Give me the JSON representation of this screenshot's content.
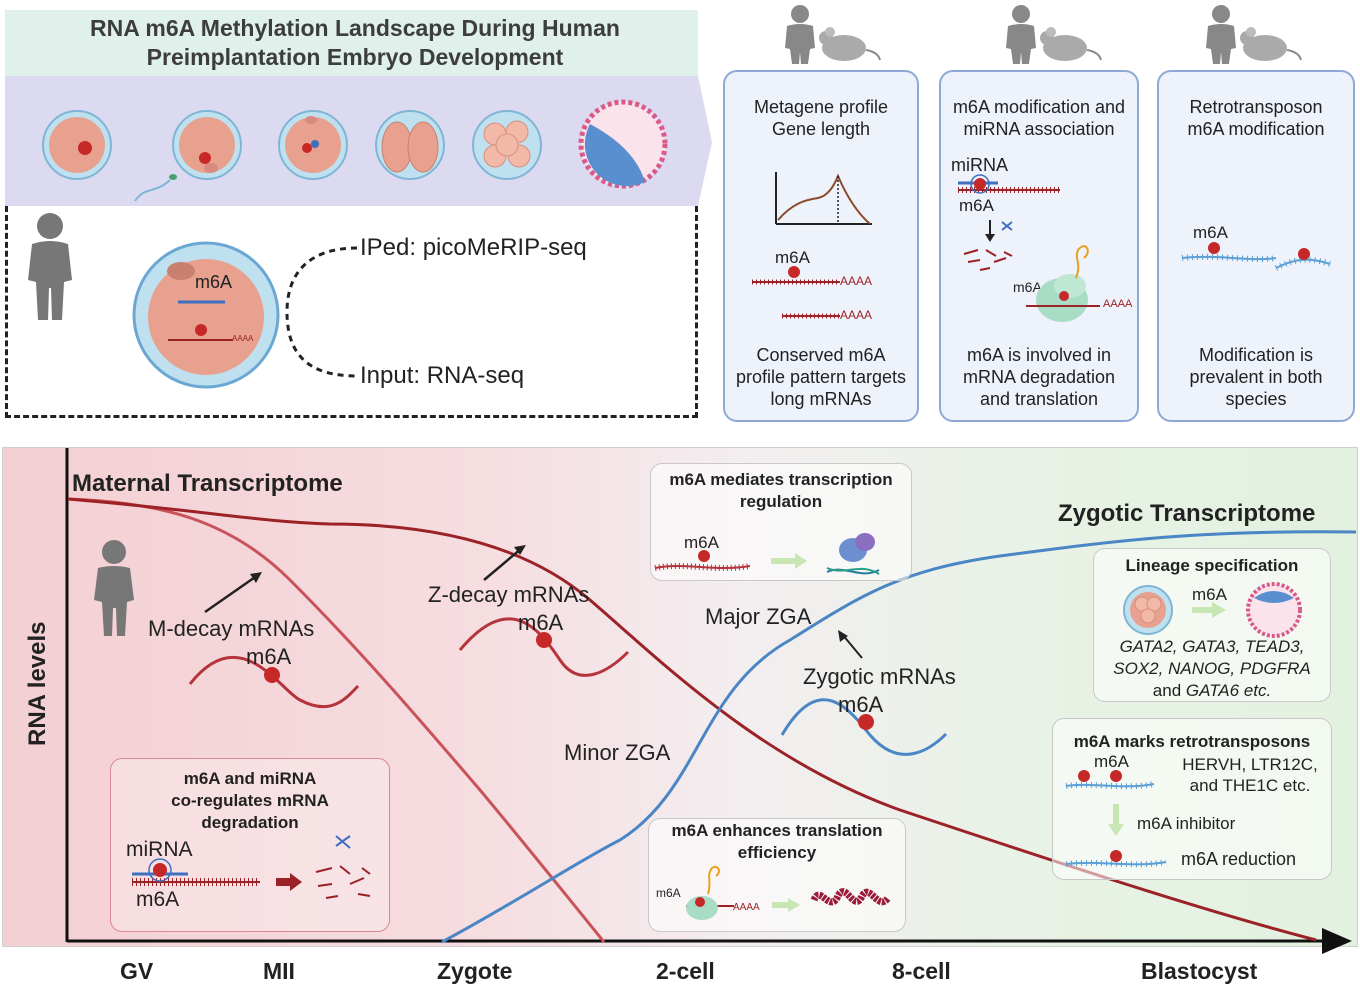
{
  "header": {
    "title_line1": "RNA m6A Methylation Landscape During Human",
    "title_line2": "Preimplantation Embryo Development"
  },
  "top_left": {
    "m6a_label": "m6A",
    "iped_label": "IPed: picoMeRIP-seq",
    "input_label": "Input: RNA-seq",
    "polyA": "AAAA"
  },
  "panels": [
    {
      "title_line1": "Metagene profile",
      "title_line2": "Gene length",
      "m6a": "m6A",
      "polyA": "AAAA",
      "desc_line1": "Conserved m6A",
      "desc_line2": "profile pattern targets",
      "desc_line3": "long mRNAs"
    },
    {
      "title_line1": "m6A modification and",
      "title_line2": "miRNA association",
      "mirna": "miRNA",
      "m6a": "m6A",
      "m6a2": "m6A",
      "polyA": "AAAA",
      "desc_line1": "m6A is involved in",
      "desc_line2": "mRNA degradation",
      "desc_line3": "and translation"
    },
    {
      "title_line1": "Retrotransposon",
      "title_line2": "m6A modification",
      "m6a": "m6A",
      "desc_line1": "Modification is",
      "desc_line2": "prevalent in both",
      "desc_line3": "species"
    }
  ],
  "bottom": {
    "y_axis_label": "RNA levels",
    "maternal": "Maternal Transcriptome",
    "zygotic": "Zygotic Transcriptome",
    "m_decay": "M-decay mRNAs",
    "z_decay": "Z-decay mRNAs",
    "zygotic_mrnas": "Zygotic mRNAs",
    "major_zga": "Major ZGA",
    "minor_zga": "Minor ZGA",
    "m6a": "m6A",
    "stages": [
      "GV",
      "MII",
      "Zygote",
      "2-cell",
      "8-cell",
      "Blastocyst"
    ]
  },
  "boxes": {
    "transcription": {
      "title_line1": "m6A mediates transcription",
      "title_line2": "regulation",
      "m6a": "m6A"
    },
    "mirna": {
      "title_line1": "m6A and miRNA",
      "title_line2": "co-regulates mRNA",
      "title_line3": "degradation",
      "mirna": "miRNA",
      "m6a": "m6A"
    },
    "translation": {
      "title_line1": "m6A enhances translation",
      "title_line2": "efficiency",
      "m6a": "m6A",
      "polyA": "AAAA"
    },
    "lineage": {
      "title": "Lineage specification",
      "m6a": "m6A",
      "genes_line1": "GATA2, GATA3, TEAD3,",
      "genes_line2": "SOX2, NANOG, PDGFRA",
      "genes_line3_pre": "and ",
      "genes_line3_it": "GATA6 etc."
    },
    "retro": {
      "title": "m6A marks retrotransposons",
      "m6a": "m6A",
      "line1": "HERVH, LTR12C,",
      "line2": "and THE1C etc.",
      "inhibitor": "m6A inhibitor",
      "reduction": "m6A reduction"
    }
  },
  "colors": {
    "maternal_dark": "#9b2226",
    "maternal_light": "#c9535a",
    "zygotic_blue": "#4a86c5",
    "m6a_dot": "#c62828"
  }
}
